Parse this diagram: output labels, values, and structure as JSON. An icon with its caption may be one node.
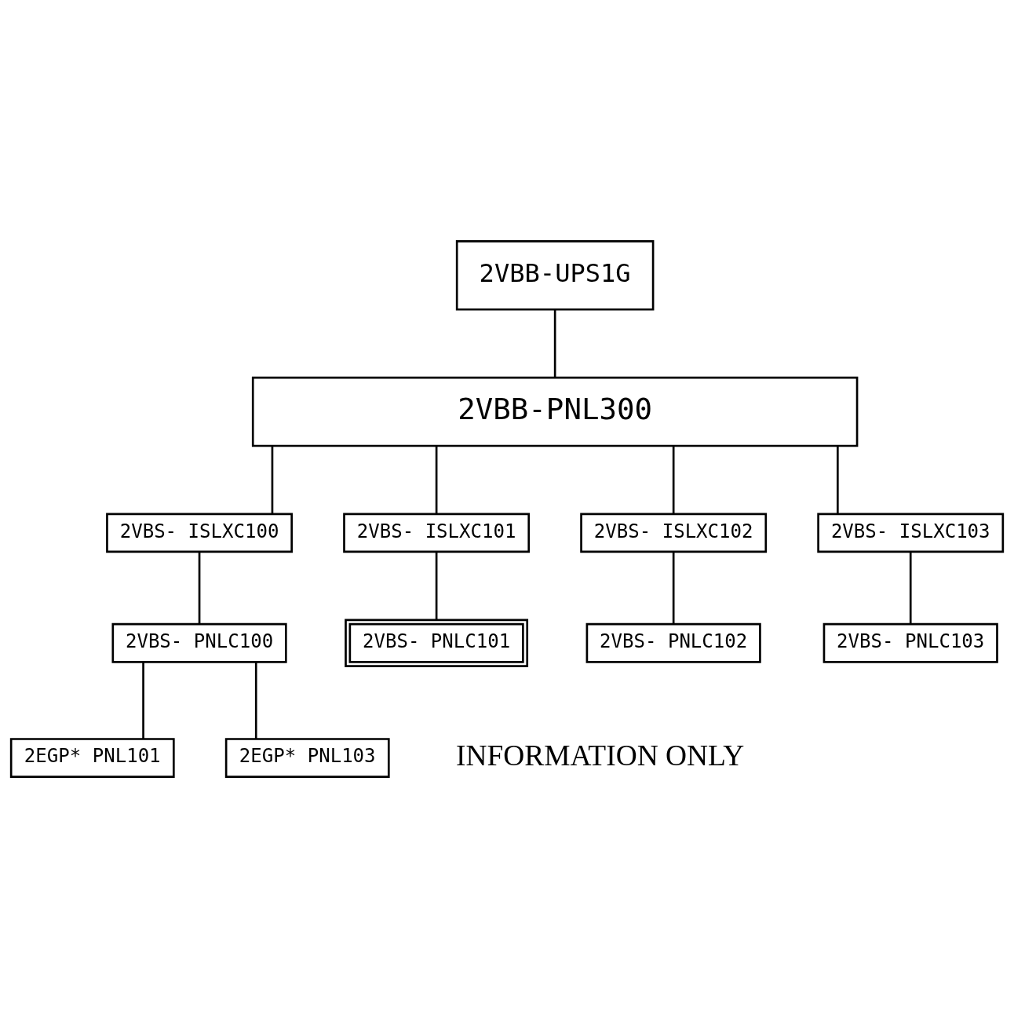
{
  "diagram": {
    "nodes": [
      {
        "text": [
          "2VBB-UPS1G"
        ]
      },
      {
        "text": [
          "2VBB-PNL300"
        ]
      },
      {
        "text": [
          "2VBS- ISLXC100"
        ]
      },
      {
        "text": [
          "2VBS- ISLXC101"
        ]
      },
      {
        "text": [
          "2VBS- ISLXC102"
        ]
      },
      {
        "text": [
          "2VBS- ISLXC103"
        ]
      },
      {
        "text": [
          "2VBS- PNLC100"
        ]
      },
      {
        "text": [
          "2VBS- PNLC101"
        ]
      },
      {
        "text": [
          "2VBS- PNLC102"
        ]
      },
      {
        "text": [
          "2VBS- PNLC103"
        ]
      },
      {
        "text": [
          "2EGP* PNL101"
        ]
      },
      {
        "text": [
          "2EGP* PNL103"
        ]
      }
    ],
    "edges": [
      {
        "from": 0,
        "to": 1,
        "arrow": "none"
      },
      {
        "from": 1,
        "to": 2,
        "arrow": "none"
      },
      {
        "from": 1,
        "to": 3,
        "arrow": "none"
      },
      {
        "from": 1,
        "to": 4,
        "arrow": "none"
      },
      {
        "from": 1,
        "to": 5,
        "arrow": "none"
      },
      {
        "from": 2,
        "to": 6,
        "arrow": "none"
      },
      {
        "from": 3,
        "to": 7,
        "arrow": "none"
      },
      {
        "from": 4,
        "to": 8,
        "arrow": "none"
      },
      {
        "from": 5,
        "to": 9,
        "arrow": "none"
      },
      {
        "from": 6,
        "to": 10,
        "arrow": "none"
      },
      {
        "from": 6,
        "to": 11,
        "arrow": "none"
      }
    ],
    "labels": [
      "INFORMATION ONLY"
    ]
  }
}
